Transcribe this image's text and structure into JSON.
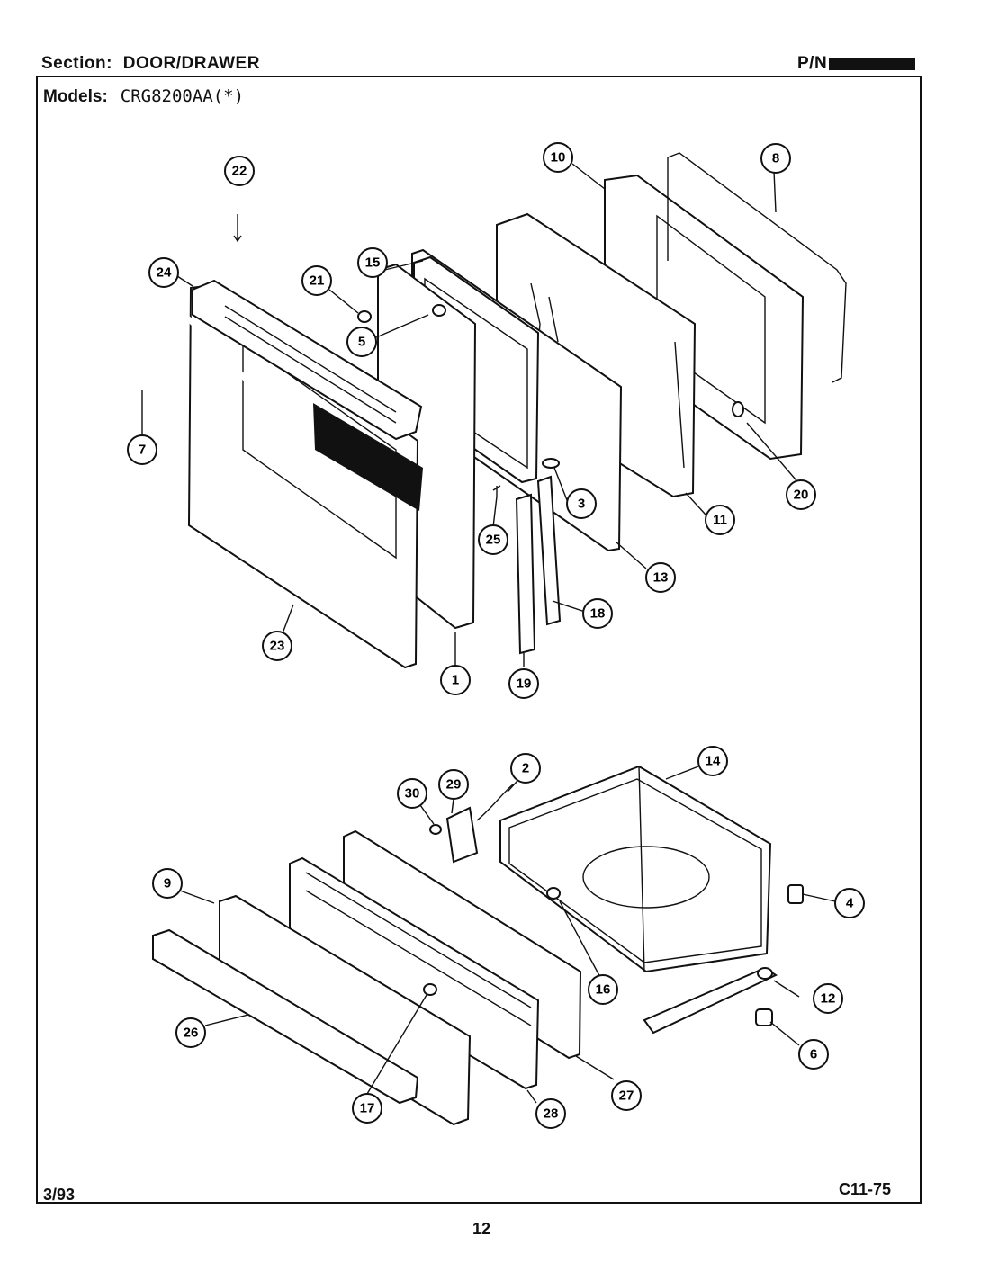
{
  "header": {
    "section_label": "Section:",
    "section_value": "DOOR/DRAWER",
    "pn_label": "P/N"
  },
  "models": {
    "label": "Models:",
    "value": "CRG8200AA(*)"
  },
  "footer": {
    "date": "3/93",
    "code": "C11-75",
    "page": "12"
  },
  "callouts": [
    "1",
    "2",
    "3",
    "4",
    "5",
    "6",
    "7",
    "8",
    "9",
    "10",
    "11",
    "12",
    "13",
    "14",
    "15",
    "16",
    "17",
    "18",
    "19",
    "20",
    "21",
    "22",
    "23",
    "24",
    "25",
    "26",
    "27",
    "28",
    "29",
    "30"
  ]
}
